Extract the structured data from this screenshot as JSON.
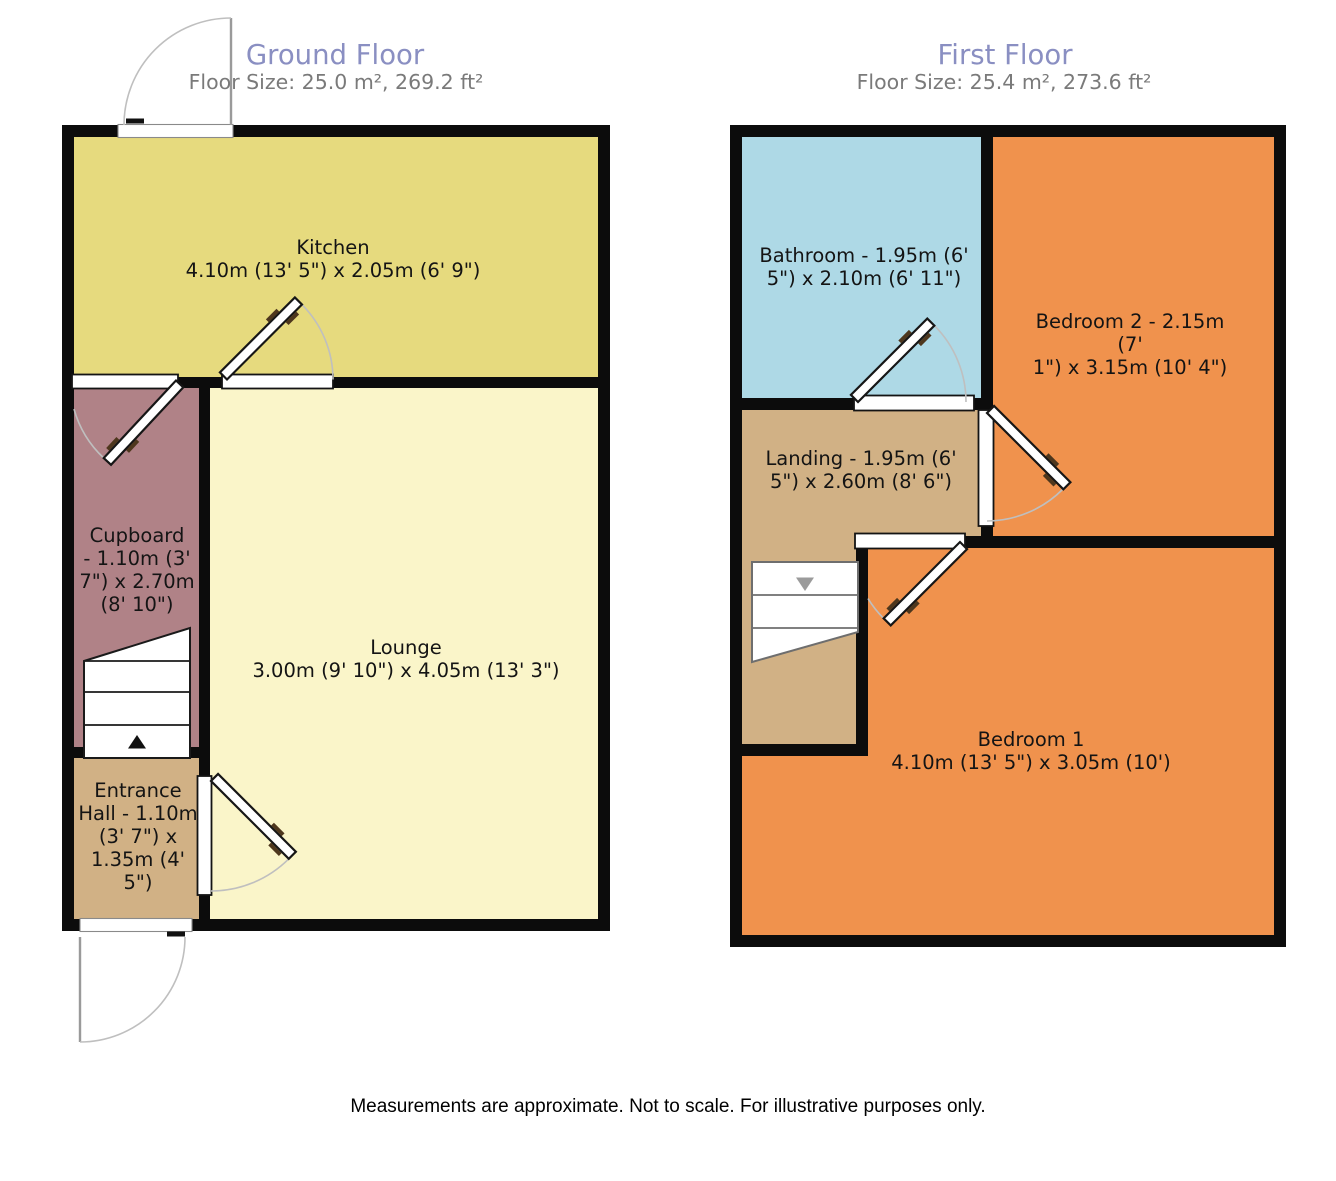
{
  "ground_floor": {
    "title": "Ground Floor",
    "floor_size": "Floor Size: 25.0 m², 269.2 ft²",
    "rooms": {
      "kitchen": {
        "label": "Kitchen\n4.10m (13' 5\") x 2.05m (6' 9\")"
      },
      "cupboard": {
        "label": "Cupboard\n- 1.10m (3'\n7\") x 2.70m\n(8' 10\")"
      },
      "lounge": {
        "label": "Lounge\n3.00m (9' 10\") x 4.05m (13' 3\")"
      },
      "entrance_hall": {
        "label": "Entrance\nHall - 1.10m\n(3' 7\") x\n1.35m (4'\n5\")"
      }
    }
  },
  "first_floor": {
    "title": "First Floor",
    "floor_size": "Floor Size: 25.4 m², 273.6 ft²",
    "rooms": {
      "bathroom": {
        "label": "Bathroom - 1.95m (6'\n5\") x 2.10m (6' 11\")"
      },
      "bedroom2": {
        "label": "Bedroom 2 - 2.15m (7'\n1\") x 3.15m (10' 4\")"
      },
      "landing": {
        "label": "Landing - 1.95m (6'\n5\") x 2.60m (8' 6\")"
      },
      "bedroom1": {
        "label": "Bedroom 1\n4.10m (13' 5\") x 3.05m (10')"
      }
    }
  },
  "disclaimer": "Measurements are approximate. Not to scale. For illustrative purposes only.",
  "colors": {
    "kitchen": "#e6da7e",
    "lounge": "#faf5c9",
    "cupboard": "#b08287",
    "hall_landing": "#d1b185",
    "bathroom": "#aed9e6",
    "bedroom": "#f0924d",
    "title": "#8a8fc2",
    "subtitle": "#7a7a7a"
  }
}
